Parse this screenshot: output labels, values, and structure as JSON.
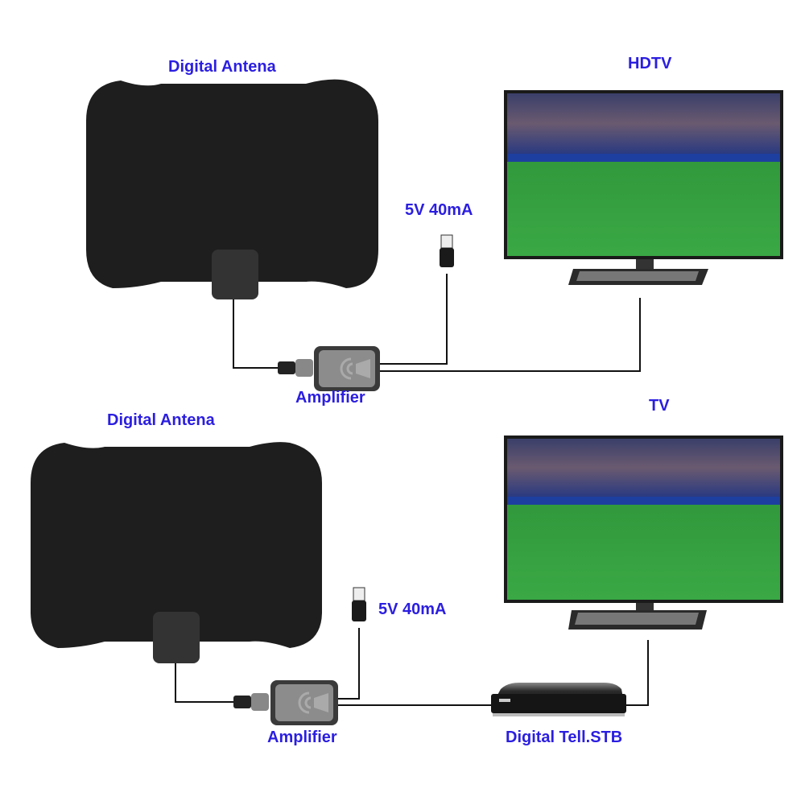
{
  "setups": [
    {
      "antenna_label": "Digital Antena",
      "display_label": "HDTV",
      "power_label": "5V 40mA",
      "amplifier_label": "Amplifier"
    },
    {
      "antenna_label": "Digital Antena",
      "display_label": "TV",
      "power_label": "5V 40mA",
      "amplifier_label": "Amplifier",
      "stb_label": "Digital Tell.STB"
    }
  ],
  "colors": {
    "label": "#2b1ee0",
    "antenna": "#1e1e1e",
    "field": "#2e9a3a"
  }
}
